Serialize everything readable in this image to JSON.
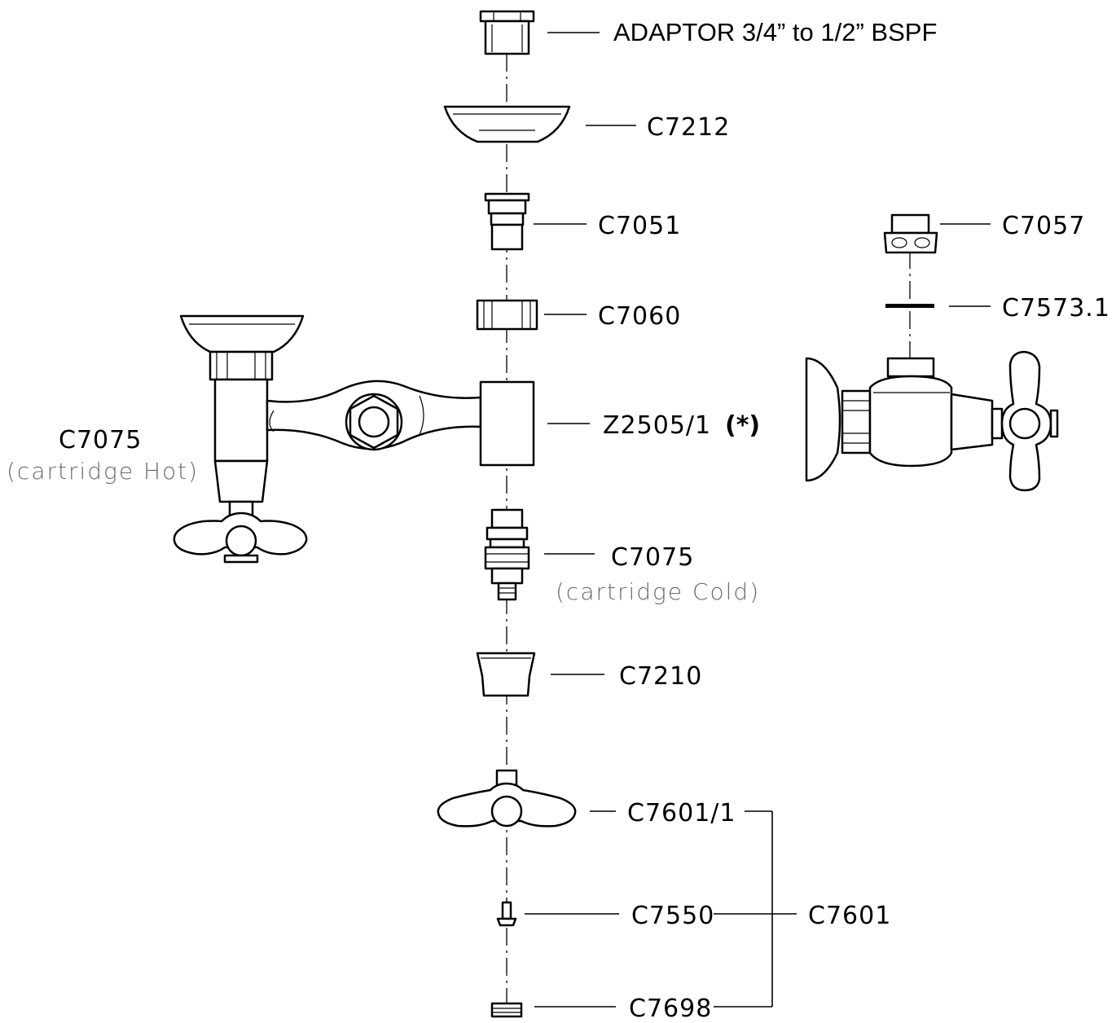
{
  "diagram": {
    "labels": {
      "adaptor": "ADAPTOR 3/4” to 1/2” BSPF",
      "c7212": "C7212",
      "c7051": "C7051",
      "c7060": "C7060",
      "z2505": "Z2505/1",
      "z2505_mark": "(*)",
      "c7075_cold": "C7075",
      "c7075_cold_note": "(cartridge Cold)",
      "c7075_hot": "C7075",
      "c7075_hot_note": "(cartridge Hot)",
      "c7210": "C7210",
      "c7601_1": "C7601/1",
      "c7550": "C7550",
      "c7698": "C7698",
      "c7601": "C7601",
      "c7057": "C7057",
      "c7573": "C7573.1"
    }
  }
}
